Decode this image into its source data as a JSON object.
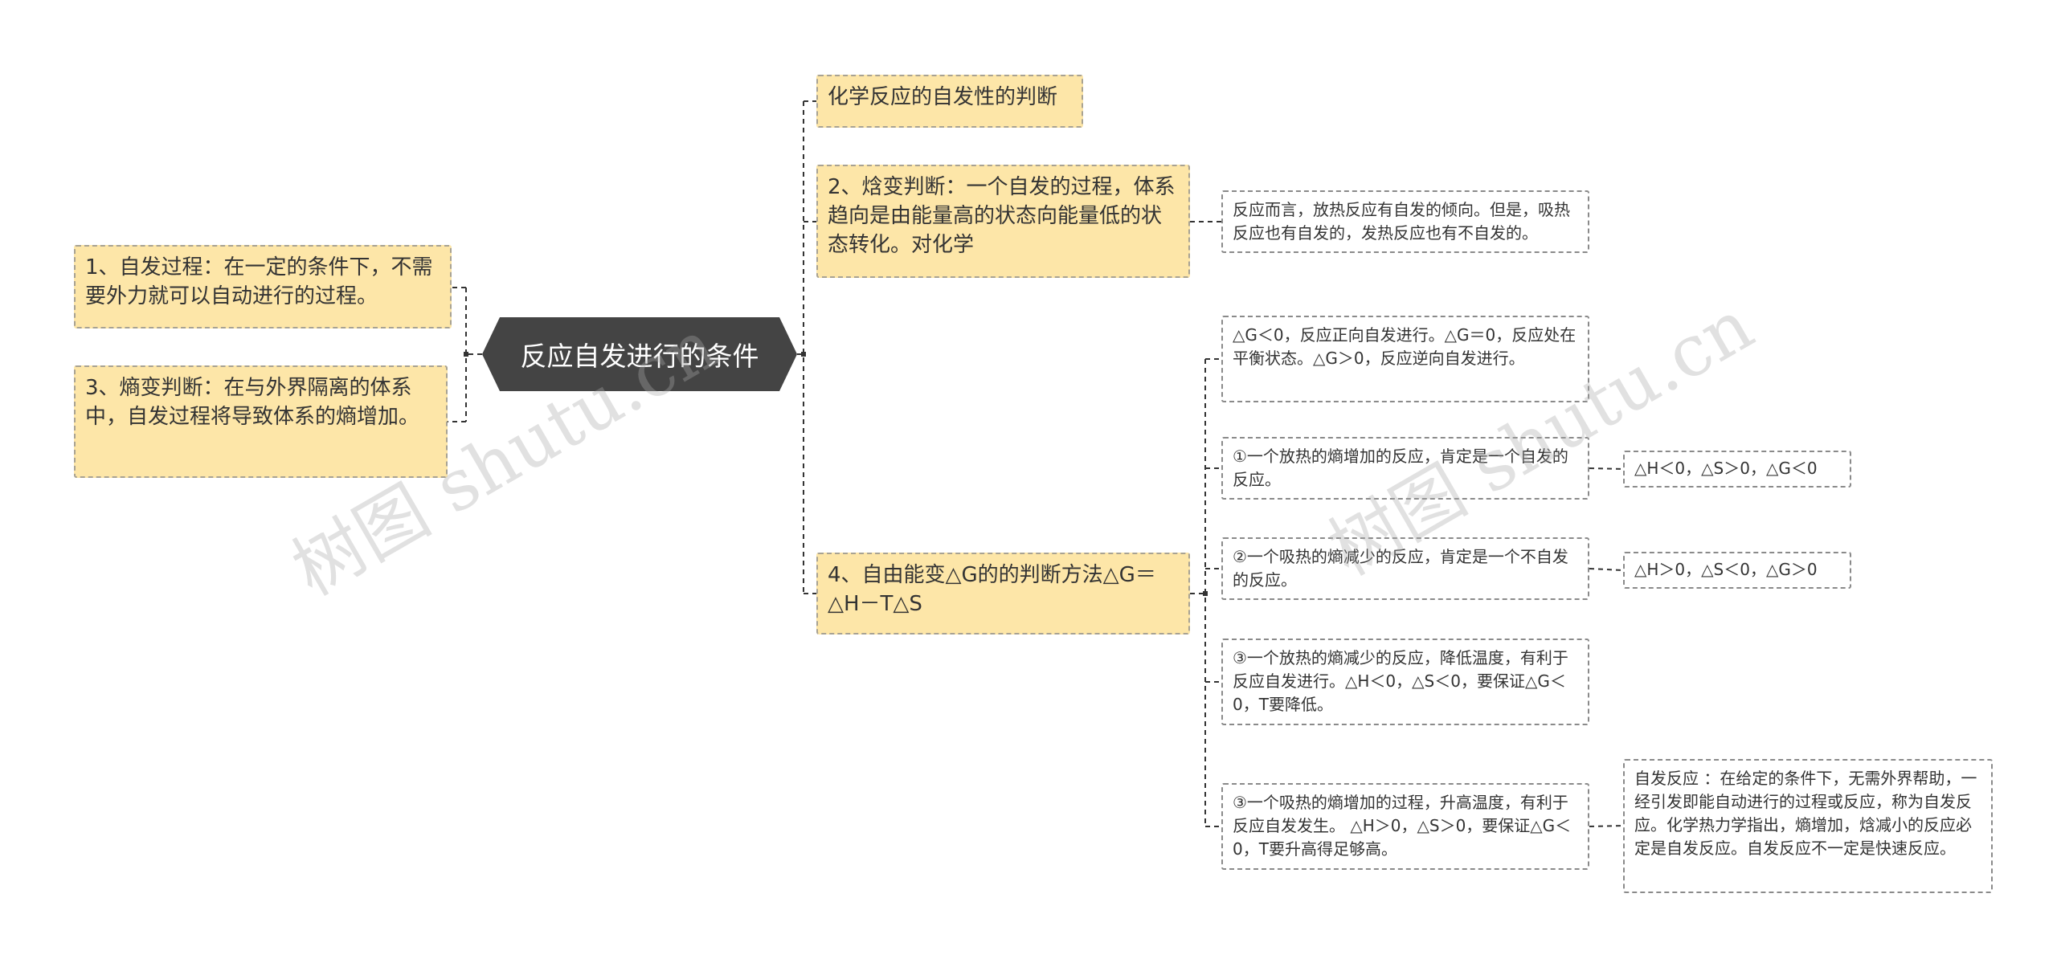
{
  "root": {
    "label": "反应自发进行的条件"
  },
  "left_nodes": [
    "1、自发过程：在一定的条件下，不需要外力就可以自动进行的过程。",
    "3、熵变判断：在与外界隔离的体系中，自发过程将导致体系的熵增加。"
  ],
  "right_nodes": [
    "化学反应的自发性的判断",
    "2、焓变判断：一个自发的过程，体系趋向是由能量高的状态向能量低的状态转化。对化学",
    "4、自由能变△G的的判断方法△G＝△H－T△S"
  ],
  "enthalpy_detail": "反应而言，放热反应有自发的倾向。但是，吸热反应也有自发的，发热反应也有不自发的。",
  "gibbs_children": [
    "△G＜0，反应正向自发进行。△G＝0，反应处在平衡状态。△G＞0，反应逆向自发进行。",
    "①一个放热的熵增加的反应，肯定是一个自发的反应。",
    "②一个吸热的熵减少的反应，肯定是一个不自发的反应。",
    "③一个放热的熵减少的反应，降低温度，有利于反应自发进行。△H＜0，△S＜0，要保证△G＜0，T要降低。",
    "③一个吸热的熵增加的过程，升高温度，有利于反应自发发生。 △H＞0，△S＞0，要保证△G＜0，T要升高得足够高。"
  ],
  "gibbs_leafs": [
    "△H＜0，△S＞0，△G＜0",
    "△H＞0，△S＜0，△G＞0",
    "自发反应 ：在给定的条件下，无需外界帮助，一经引发即能自动进行的过程或反应，称为自发反应。化学热力学指出，熵增加，焓减小的反应必定是自发反应。自发反应不一定是快速反应。"
  ],
  "watermarks": [
    "树图 shutu.cn",
    "树图 shutu.cn"
  ],
  "colors": {
    "node_fill": "#fde6a8",
    "root_fill": "#444444",
    "line": "#333333"
  }
}
